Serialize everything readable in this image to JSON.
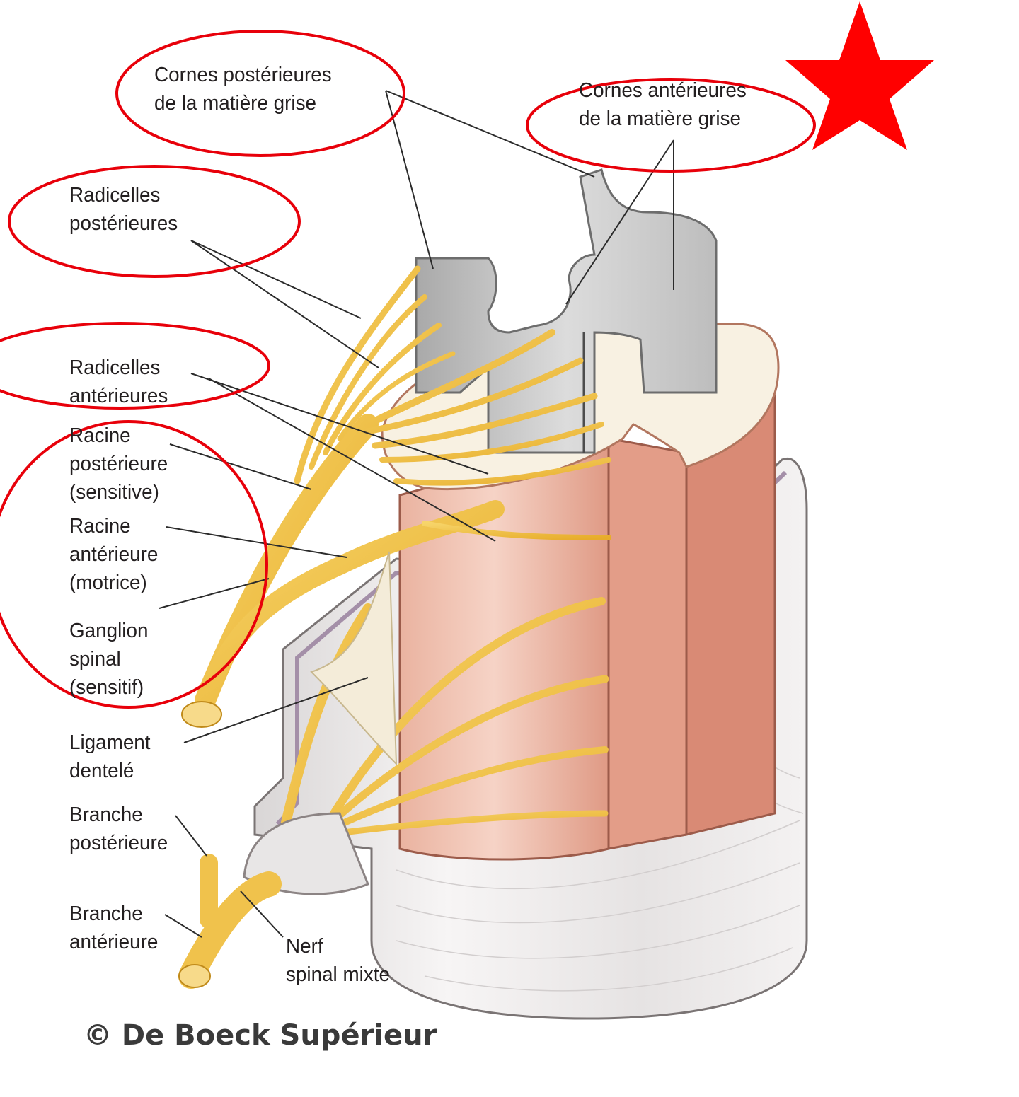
{
  "labels": {
    "cornes_posterieures": "Cornes postérieures\nde la matière grise",
    "cornes_anterieures": "Cornes antérieures\nde la matière grise",
    "radicelles_posterieures": "Radicelles\npostérieures",
    "radicelles_anterieures": "Radicelles\nantérieures",
    "racine_posterieure": "Racine\npostérieure\n(sensitive)",
    "racine_anterieure": "Racine\nantérieure\n(motrice)",
    "ganglion_spinal": "Ganglion\nspinal\n(sensitif)",
    "ligament_dentele": "Ligament\ndentelé",
    "branche_posterieure": "Branche\npostérieure",
    "branche_anterieure": "Branche\nantérieure",
    "nerf_spinal_mixte": "Nerf\nspinal mixte"
  },
  "copyright": "© De Boeck Supérieur",
  "colors": {
    "annotation_red": "#e8000a",
    "nerve_yellow": "#f2c53d",
    "gray_matter": "#c9c9c9",
    "white_matter": "#f7efdf",
    "cord_pink": "#e8a792",
    "meninges": "#e9e6e6"
  },
  "icons": [
    "star-icon"
  ]
}
